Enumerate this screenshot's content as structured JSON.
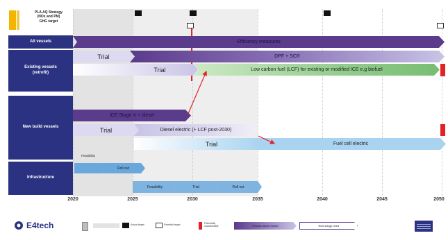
{
  "header": {
    "title_lines": [
      "PLA AQ Strategy",
      "(NOx and PM)",
      "GHG target"
    ]
  },
  "years": [
    "2020",
    "2025",
    "2030",
    "2035",
    "2040",
    "2045",
    "2050"
  ],
  "lanes": {
    "all_vessels": "All vessels",
    "existing_vessels": "Existing vessels (retrofit)",
    "new_build_vessels": "New build vessels",
    "infrastructure": "Infrastructure"
  },
  "arrows": {
    "efficiency": "Efficiency measures",
    "existing_trial_1": "Trial",
    "dpf_scr": "DPF + SCR",
    "existing_trial_2": "Trial",
    "lcf_existing": "Low carbon fuel (LCF) for existing or modified ICE e.g biofuel",
    "ice_stage": "ICE Stage V + diesel",
    "new_trial_1": "Trial",
    "diesel_electric": "Diesel electric (+ LCF post-2030)",
    "new_trial_2": "Trial",
    "fuel_cell": "Fuel cell electric",
    "infra_feasibility_label": "Feasibility",
    "infra_rollout_1": "Roll out",
    "infra_feasibility": "Feasibility",
    "infra_trial": "Trial",
    "infra_rollout_2": "Roll out"
  },
  "legend": {
    "logo_text": "E4tech",
    "items": [
      "Actual target",
      "Potential target",
      "Potentially unachievable",
      "Phases mixed model",
      "Technology need"
    ]
  },
  "colors": {
    "lane_blue": "#2b3282",
    "dark_purple": "#5b3b8c",
    "light_purple": "#c9c4e6",
    "lavender": "#dcd9f0",
    "green": "#93cc8d",
    "light_blue": "#a9d3f0",
    "red": "#e32227"
  }
}
